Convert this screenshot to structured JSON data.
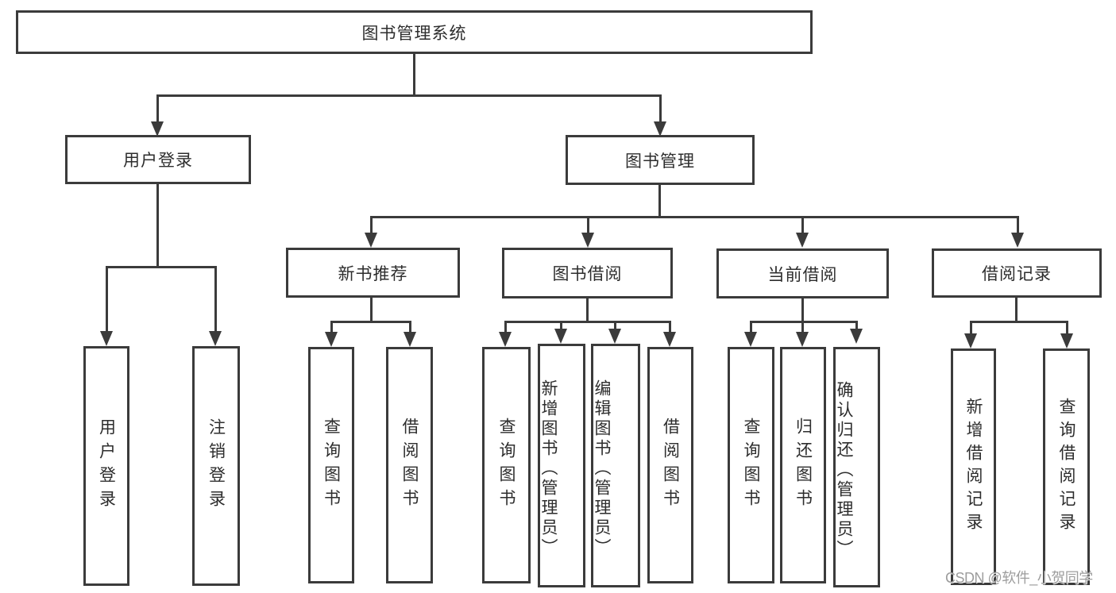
{
  "diagram": {
    "root": {
      "label": "图书管理系统",
      "children": [
        {
          "label": "用户登录",
          "children": [
            {
              "label": "用户登录"
            },
            {
              "label": "注销登录"
            }
          ]
        },
        {
          "label": "图书管理",
          "children": [
            {
              "label": "新书推荐",
              "children": [
                {
                  "label": "查询图书"
                },
                {
                  "label": "借阅图书"
                }
              ]
            },
            {
              "label": "图书借阅",
              "children": [
                {
                  "label": "查询图书"
                },
                {
                  "label": "新增图书（管理员）"
                },
                {
                  "label": "编辑图书（管理员）"
                },
                {
                  "label": "借阅图书"
                }
              ]
            },
            {
              "label": "当前借阅",
              "children": [
                {
                  "label": "查询图书"
                },
                {
                  "label": "归还图书"
                },
                {
                  "label": "确认归还（管理员）"
                }
              ]
            },
            {
              "label": "借阅记录",
              "children": [
                {
                  "label": "新增借阅记录"
                },
                {
                  "label": "查询借阅记录"
                }
              ]
            }
          ]
        }
      ]
    },
    "line_color": "#3b3b3b"
  },
  "watermark": {
    "text": "CSDN @软件_小贺同学"
  }
}
